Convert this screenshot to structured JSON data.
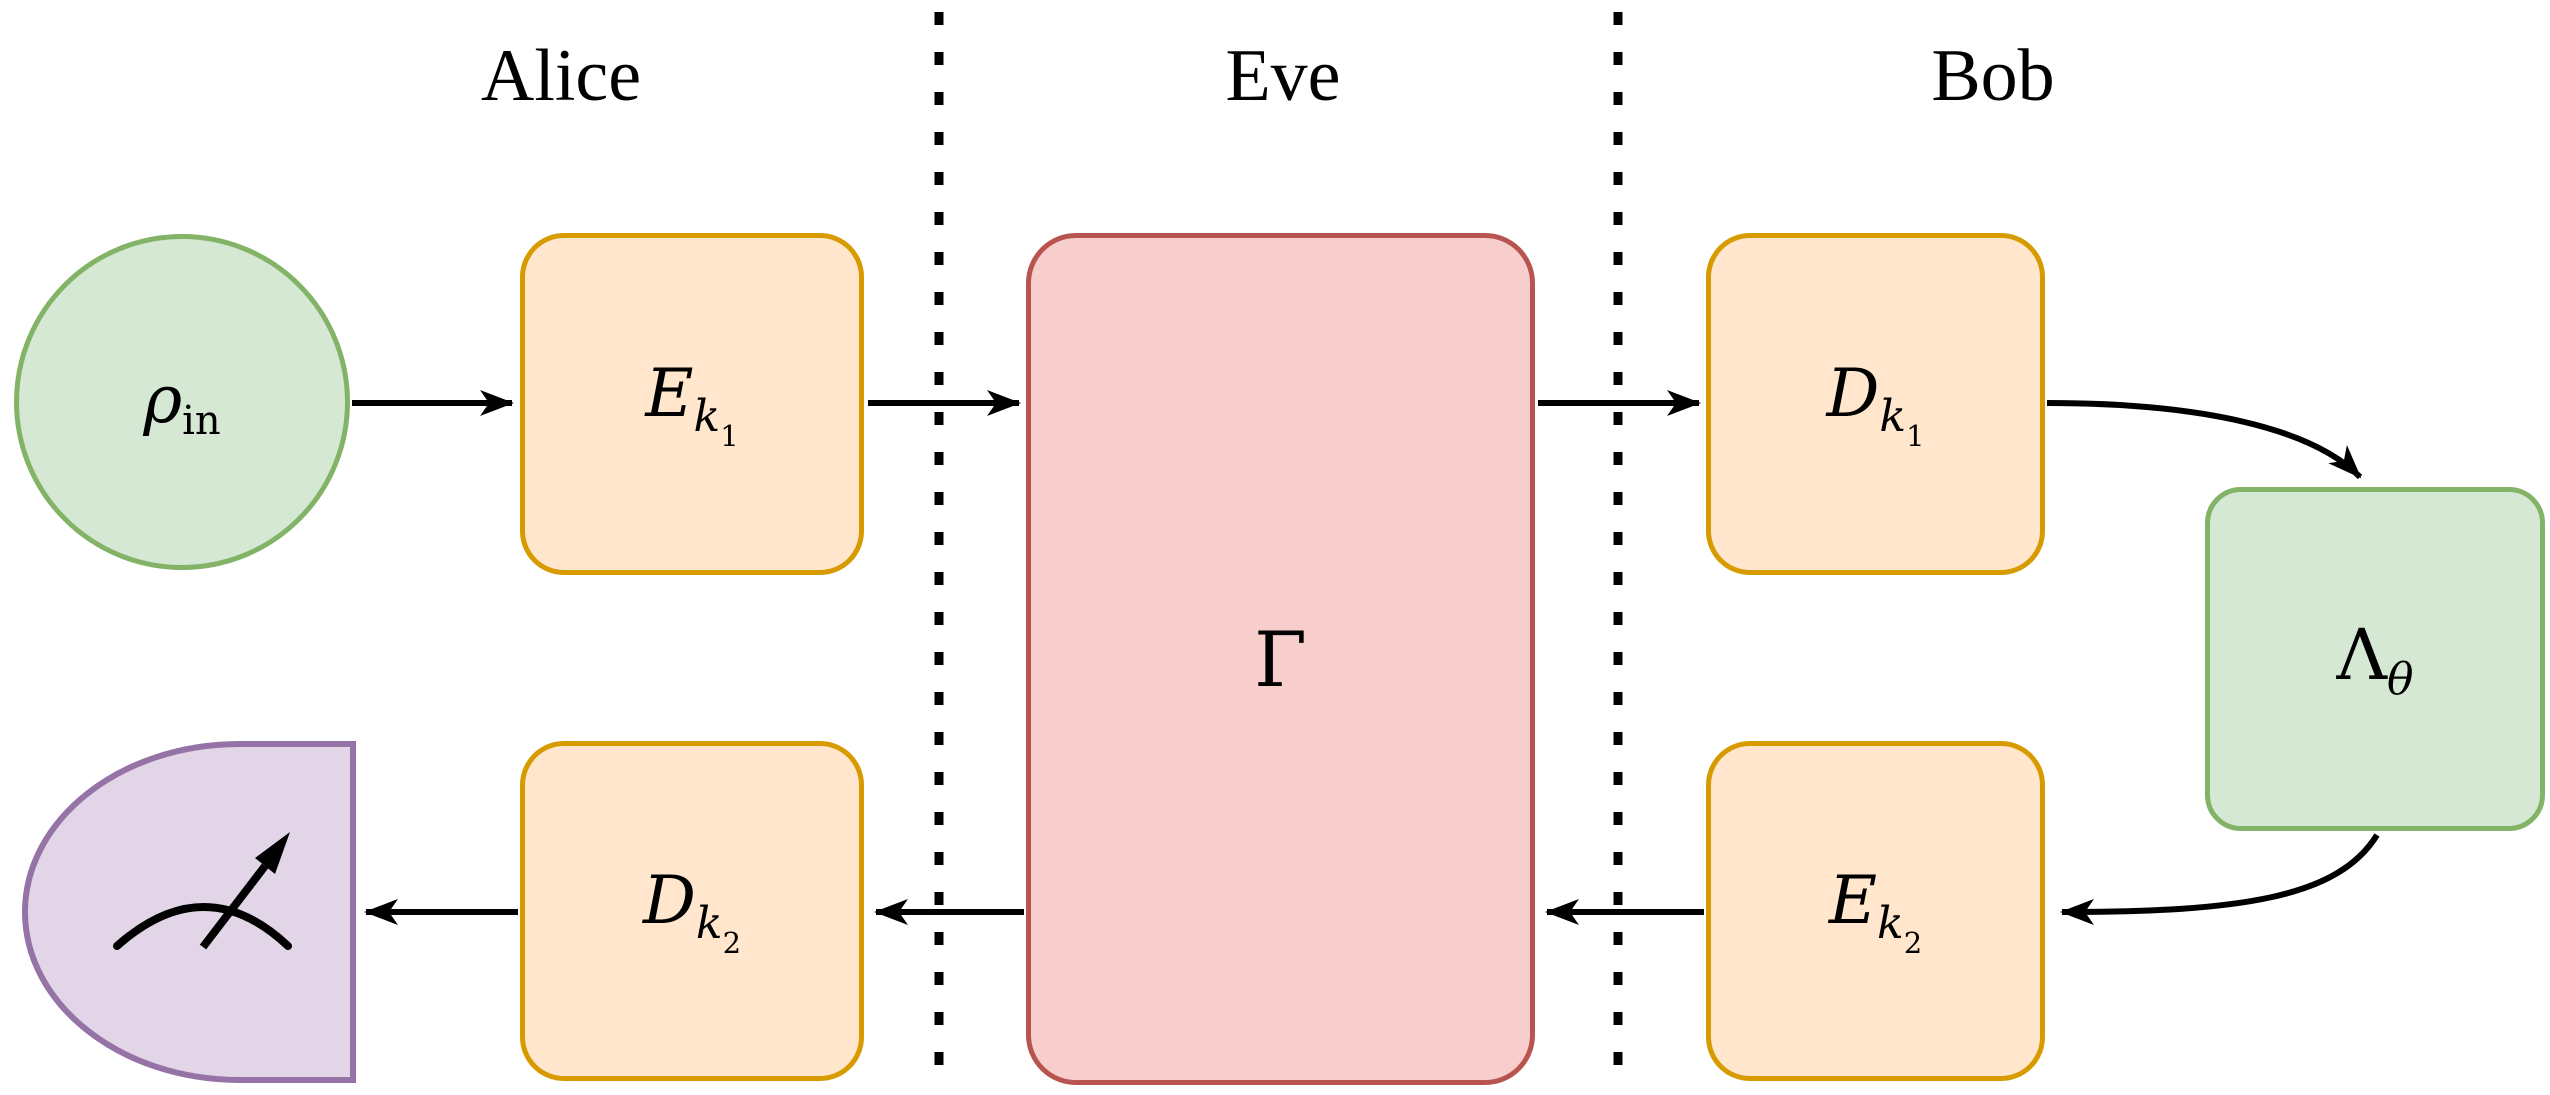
{
  "diagram": {
    "type": "quantum-protocol-block-diagram",
    "columns": [
      {
        "id": "alice",
        "label": "Alice"
      },
      {
        "id": "eve",
        "label": "Eve"
      },
      {
        "id": "bob",
        "label": "Bob"
      }
    ],
    "nodes": {
      "rho_in": {
        "main": "ρ",
        "sub": "in",
        "shape": "circle",
        "fill": "#d5e8d4",
        "stroke": "#82b366"
      },
      "enc1": {
        "main": "E",
        "sub": "k",
        "subsub": "1",
        "shape": "rounded-rect",
        "fill": "#ffe6cc",
        "stroke": "#d79b00"
      },
      "gamma": {
        "main": "Γ",
        "shape": "rounded-rect",
        "fill": "#f8cecc",
        "stroke": "#b85450"
      },
      "dec1": {
        "main": "D",
        "sub": "k",
        "subsub": "1",
        "shape": "rounded-rect",
        "fill": "#ffe6cc",
        "stroke": "#d79b00"
      },
      "lambda_theta": {
        "main": "Λ",
        "sub": "θ",
        "shape": "rounded-rect",
        "fill": "#d5e8d4",
        "stroke": "#82b366"
      },
      "enc2": {
        "main": "E",
        "sub": "k",
        "subsub": "2",
        "shape": "rounded-rect",
        "fill": "#ffe6cc",
        "stroke": "#d79b00"
      },
      "dec2": {
        "main": "D",
        "sub": "k",
        "subsub": "2",
        "shape": "rounded-rect",
        "fill": "#ffe6cc",
        "stroke": "#d79b00"
      },
      "measurement": {
        "icon": "gauge-needle-icon",
        "shape": "half-ellipse",
        "fill": "#e1d5e7",
        "stroke": "#9673a6"
      }
    },
    "edges": [
      {
        "from": "rho_in",
        "to": "enc1",
        "style": "straight"
      },
      {
        "from": "enc1",
        "to": "gamma",
        "style": "straight"
      },
      {
        "from": "gamma",
        "to": "dec1",
        "style": "straight"
      },
      {
        "from": "dec1",
        "to": "lambda_theta",
        "style": "curved"
      },
      {
        "from": "lambda_theta",
        "to": "enc2",
        "style": "curved"
      },
      {
        "from": "enc2",
        "to": "gamma",
        "style": "straight"
      },
      {
        "from": "gamma",
        "to": "dec2",
        "style": "straight"
      },
      {
        "from": "dec2",
        "to": "measurement",
        "style": "straight"
      }
    ],
    "colors": {
      "background": "#ffffff",
      "arrow": "#000000",
      "separator": "#000000",
      "text": "#000000"
    }
  }
}
